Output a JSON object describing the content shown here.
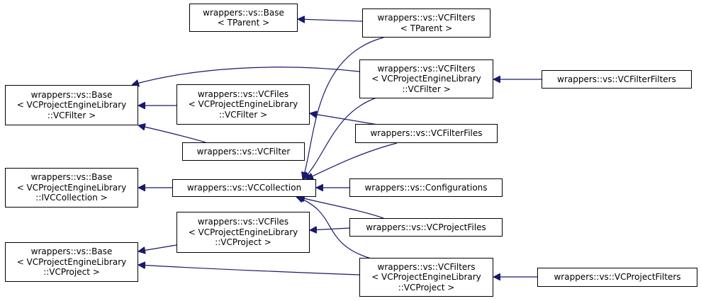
{
  "colors": {
    "edge": "#191970",
    "box_border": "#000000",
    "background": "#ffffff"
  },
  "nodes": {
    "base_tparent": [
      "wrappers::vs::Base",
      "< TParent >"
    ],
    "vcfilters_tparent": [
      "wrappers::vs::VCFilters",
      "< TParent >"
    ],
    "base_vcfilter": [
      "wrappers::vs::Base",
      "< VCProjectEngineLibrary",
      "::VCFilter >"
    ],
    "vcfiles_vcfilter": [
      "wrappers::vs::VCFiles",
      "< VCProjectEngineLibrary",
      "::VCFilter >"
    ],
    "vcfilters_vcfilter": [
      "wrappers::vs::VCFilters",
      "< VCProjectEngineLibrary",
      "::VCFilter >"
    ],
    "vcfilterfilters": [
      "wrappers::vs::VCFilterFilters"
    ],
    "vcfilterfiles": [
      "wrappers::vs::VCFilterFiles"
    ],
    "vcfilter": [
      "wrappers::vs::VCFilter"
    ],
    "base_ivccollection": [
      "wrappers::vs::Base",
      "< VCProjectEngineLibrary",
      "::IVCCollection >"
    ],
    "vccollection": [
      "wrappers::vs::VCCollection"
    ],
    "configurations": [
      "wrappers::vs::Configurations"
    ],
    "vcfiles_vcproject": [
      "wrappers::vs::VCFiles",
      "< VCProjectEngineLibrary",
      "::VCProject >"
    ],
    "vcprojectfiles": [
      "wrappers::vs::VCProjectFiles"
    ],
    "base_vcproject": [
      "wrappers::vs::Base",
      "< VCProjectEngineLibrary",
      "::VCProject >"
    ],
    "vcfilters_vcproject": [
      "wrappers::vs::VCFilters",
      "< VCProjectEngineLibrary",
      "::VCProject >"
    ],
    "vcprojectfilters": [
      "wrappers::vs::VCProjectFilters"
    ]
  }
}
